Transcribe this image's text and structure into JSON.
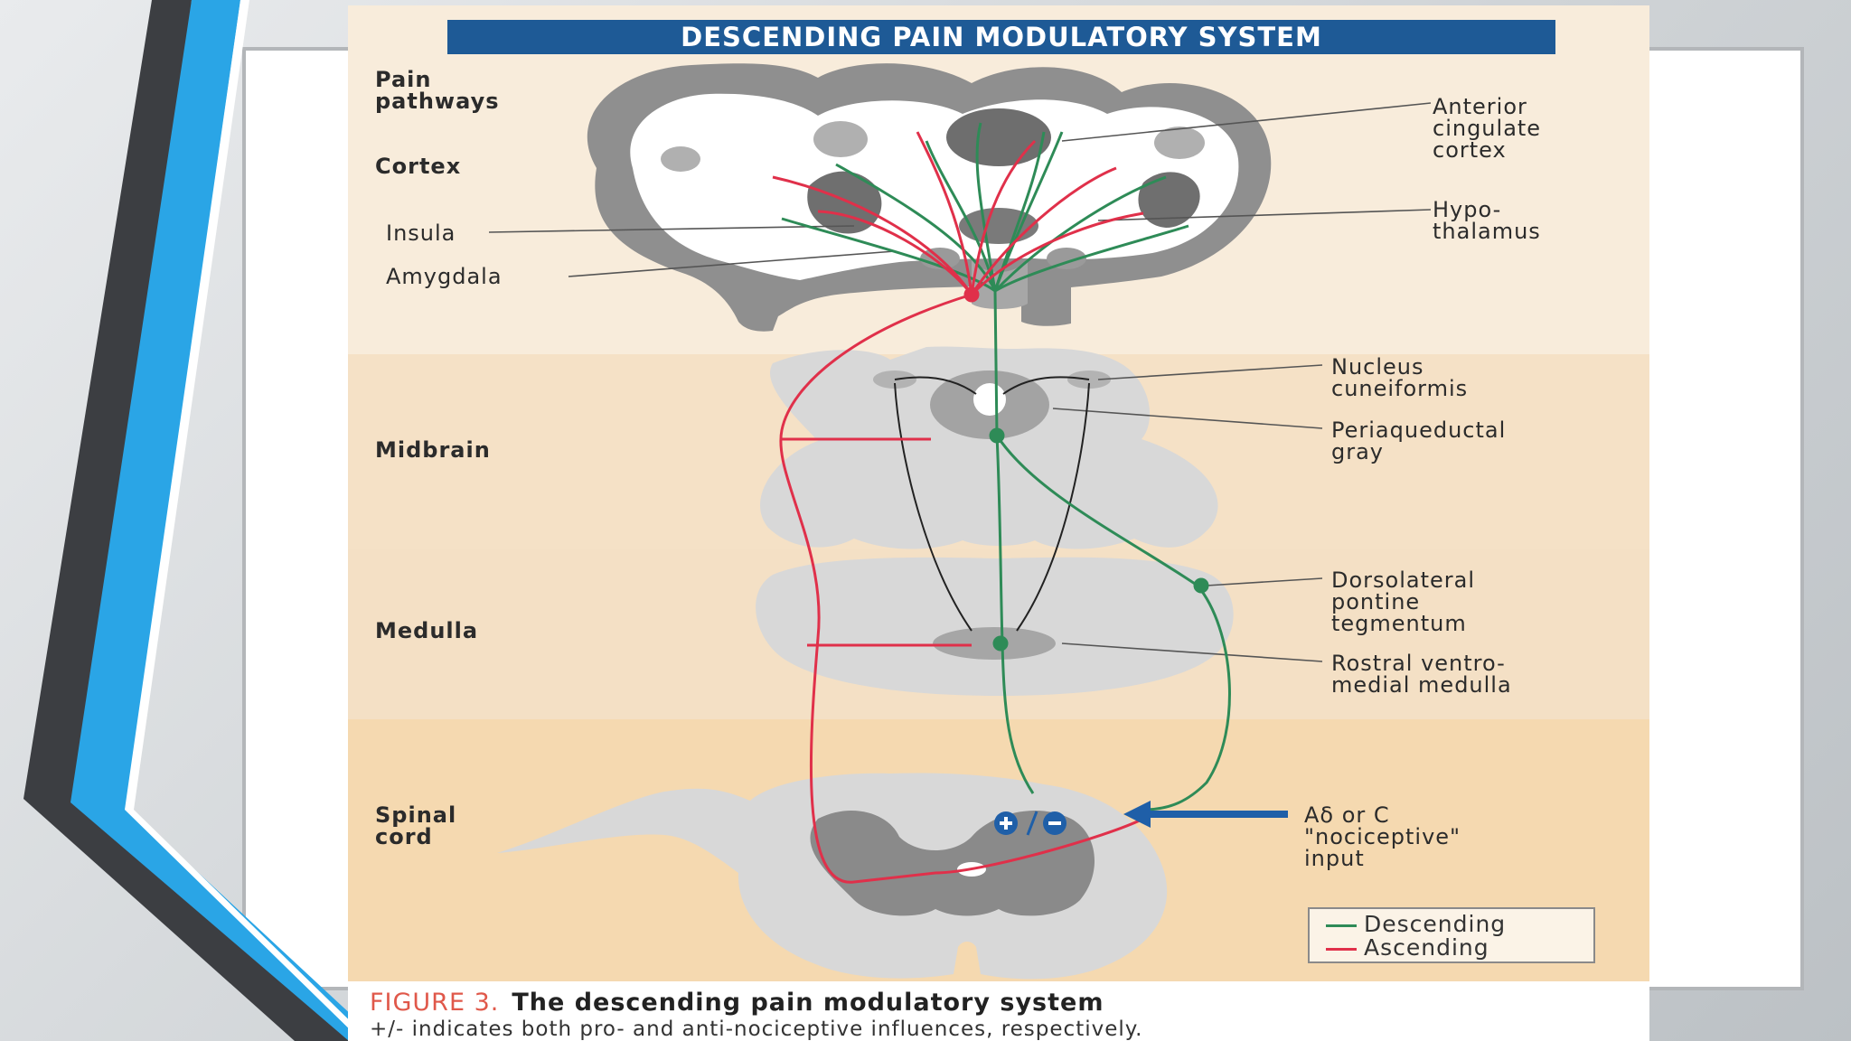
{
  "figure": {
    "title": "DESCENDING PAIN MODULATORY SYSTEM",
    "left_labels": {
      "pain_pathways": "Pain\npathways",
      "cortex": "Cortex",
      "insula": "Insula",
      "amygdala": "Amygdala",
      "midbrain": "Midbrain",
      "medulla": "Medulla",
      "spinal_cord": "Spinal\ncord"
    },
    "right_labels": {
      "anterior_cingulate_cortex": "Anterior\ncingulate\ncortex",
      "hypothalamus": "Hypo-\nthalamus",
      "nucleus_cuneiformis": "Nucleus\ncuneiformis",
      "periaqueductal_gray": "Periaqueductal\ngray",
      "dorsolateral_pontine_tegmentum": "Dorsolateral\npontine\ntegmentum",
      "rostral_ventromedial_medulla": "Rostral ventro-\nmedial medulla",
      "nociceptive_input": "Aδ or C\n\"nociceptive\"\ninput"
    },
    "modulation_symbol": "+/−",
    "legend": {
      "descending": "Descending",
      "ascending": "Ascending",
      "descending_color": "#2e8b57",
      "ascending_color": "#e0304a"
    },
    "caption": {
      "figure_number": "FIGURE 3.",
      "title": "The descending pain modulatory system",
      "note": "+/- indicates both pro- and anti-nociceptive influences, respectively."
    }
  },
  "colors": {
    "title_bar": "#1e5a96",
    "arrow": "#1f5fa8"
  }
}
